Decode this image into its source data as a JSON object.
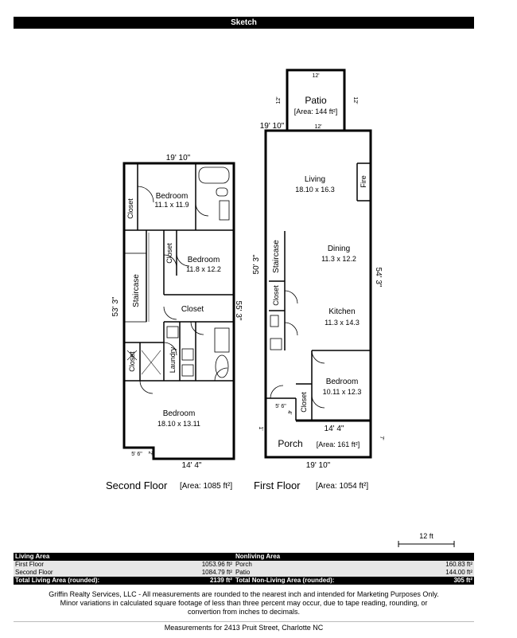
{
  "header": {
    "title": "Sketch"
  },
  "second_floor": {
    "caption": "Second Floor",
    "area": "[Area: 1085 ft²]",
    "dims": {
      "top": "19' 10\"",
      "left": "53' 3\"",
      "right": "55' 3\"",
      "bottom": "14' 4\"",
      "notch_h": "5' 6\"",
      "notch_v": "2'"
    },
    "rooms": {
      "bedroom1": {
        "name": "Bedroom",
        "size": "11.1 x 11.9"
      },
      "closet1": "Closet",
      "bedroom2": {
        "name": "Bedroom",
        "size": "11.8 x 12.2"
      },
      "closet2": "Closet",
      "staircase": "Staircase",
      "closet3": "Closet",
      "closet4": "Closet",
      "laundry": "Laundry",
      "bedroom3": {
        "name": "Bedroom",
        "size": "18.10 x 13.11"
      }
    }
  },
  "first_floor": {
    "caption": "First Floor",
    "area": "[Area: 1054 ft²]",
    "dims": {
      "top": "19' 10\"",
      "left": "50' 3\"",
      "right": "54' 3\"",
      "bottom": "19' 10\"",
      "notch_h": "5' 6\"",
      "notch_v": "4'",
      "porch_top": "14' 4\"",
      "porch_left": "1'",
      "porch_right": "7'"
    },
    "patio": {
      "name": "Patio",
      "area": "[Area: 144 ft²]",
      "top": "12'",
      "bottom": "12'",
      "left": "12'",
      "right": "12'"
    },
    "rooms": {
      "living": {
        "name": "Living",
        "size": "18.10 x 16.3"
      },
      "fire": "Fire",
      "dining": {
        "name": "Dining",
        "size": "11.3 x 12.2"
      },
      "staircase": "Staircase",
      "closet1": "Closet",
      "kitchen": {
        "name": "Kitchen",
        "size": "11.3 x 14.3"
      },
      "bedroom": {
        "name": "Bedroom",
        "size": "10.11 x 12.3"
      },
      "closet2": "Closet",
      "porch": {
        "name": "Porch",
        "area": "[Area: 161 ft²]"
      }
    }
  },
  "scale": {
    "label": "12 ft"
  },
  "area_table": {
    "header_left": "Living Area",
    "header_right": "Nonliving Area",
    "rows": [
      {
        "left_label": "First Floor",
        "left_value": "1053.96 ft²",
        "right_label": "Porch",
        "right_value": "160.83 ft²"
      },
      {
        "left_label": "Second Floor",
        "left_value": "1084.79 ft²",
        "right_label": "Patio",
        "right_value": "144.00 ft²"
      }
    ],
    "total_living_label": "Total Living Area (rounded):",
    "total_living_value": "2139 ft²",
    "total_nonliving_label": "Total Non-Living Area (rounded):",
    "total_nonliving_value": "305 ft²"
  },
  "disclaimer": {
    "line1": "Griffin Realty Services, LLC - All measurements are rounded to the nearest inch and intended for Marketing Purposes Only.",
    "line2": "Minor variations in calculated square footage of less than three percent may occur, due to tape reading, rounding, or",
    "line3": "convertion from inches to decimals."
  },
  "footer": {
    "text": "Measurements for 2413 Pruit Street, Charlotte NC"
  }
}
